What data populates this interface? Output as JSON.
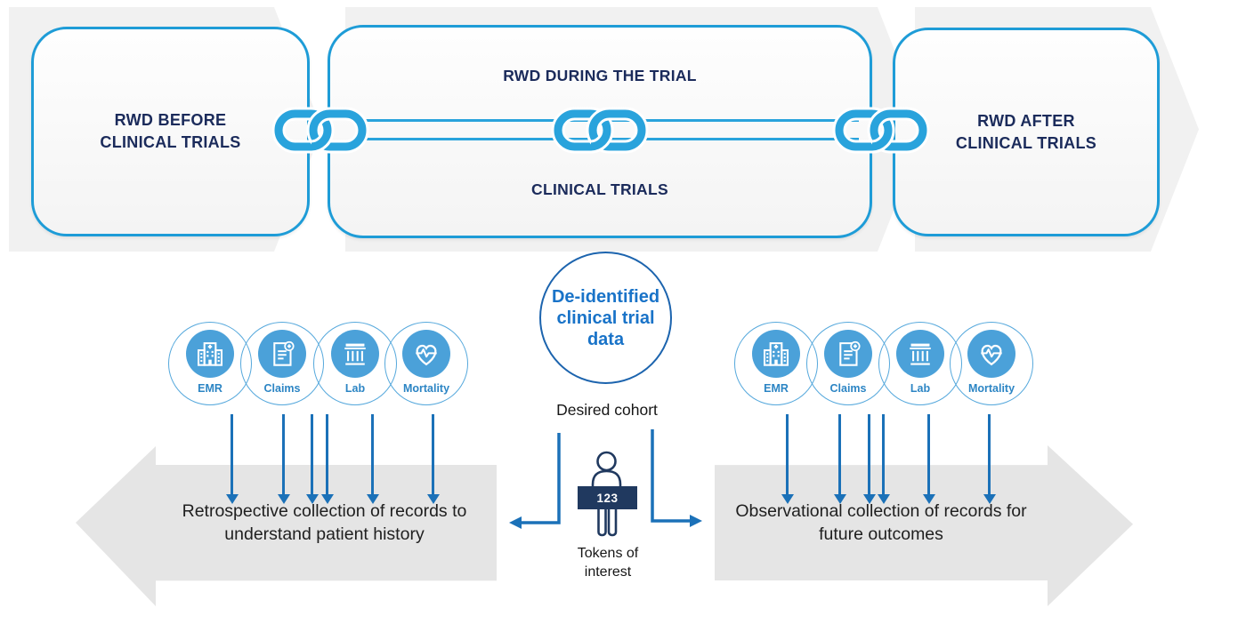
{
  "timeline": {
    "before": {
      "line1": "RWD BEFORE",
      "line2": "CLINICAL TRIALS"
    },
    "during": {
      "top_label": "RWD DURING THE TRIAL",
      "bottom_label": "CLINICAL TRIALS"
    },
    "after": {
      "line1": "RWD AFTER",
      "line2": "CLINICAL TRIALS"
    },
    "chain_icon": "chain-link-icon"
  },
  "center": {
    "deidentified": {
      "line1": "De-identified",
      "line2": "clinical trial",
      "line3": "data"
    },
    "desired_cohort_label": "Desired cohort",
    "token_badge_value": "123",
    "tokens_label_line1": "Tokens of",
    "tokens_label_line2": "interest",
    "person_icon": "person-icon"
  },
  "sources": [
    {
      "label": "EMR",
      "icon": "hospital-icon"
    },
    {
      "label": "Claims",
      "icon": "claims-document-icon"
    },
    {
      "label": "Lab",
      "icon": "lab-building-icon"
    },
    {
      "label": "Mortality",
      "icon": "heart-pulse-icon"
    }
  ],
  "flows": {
    "left_text": "Retrospective collection of records to understand patient history",
    "right_text": "Observational collection of records for future outcomes"
  },
  "colors": {
    "accent_blue": "#1E9CD7",
    "chain_blue": "#29A3DC",
    "navy_text": "#1B2B5B",
    "deid_text_blue": "#1973C8",
    "deid_border_blue": "#1C64AE",
    "source_circle_blue": "#4BA1D9",
    "source_border_blue": "#55A8DC",
    "source_label_blue": "#2C85C4",
    "arrow_blue": "#1B71B8",
    "person_navy": "#20395F",
    "flow_arrow_gray": "#E5E5E5",
    "chevron_gray": "#F1F1F1"
  }
}
